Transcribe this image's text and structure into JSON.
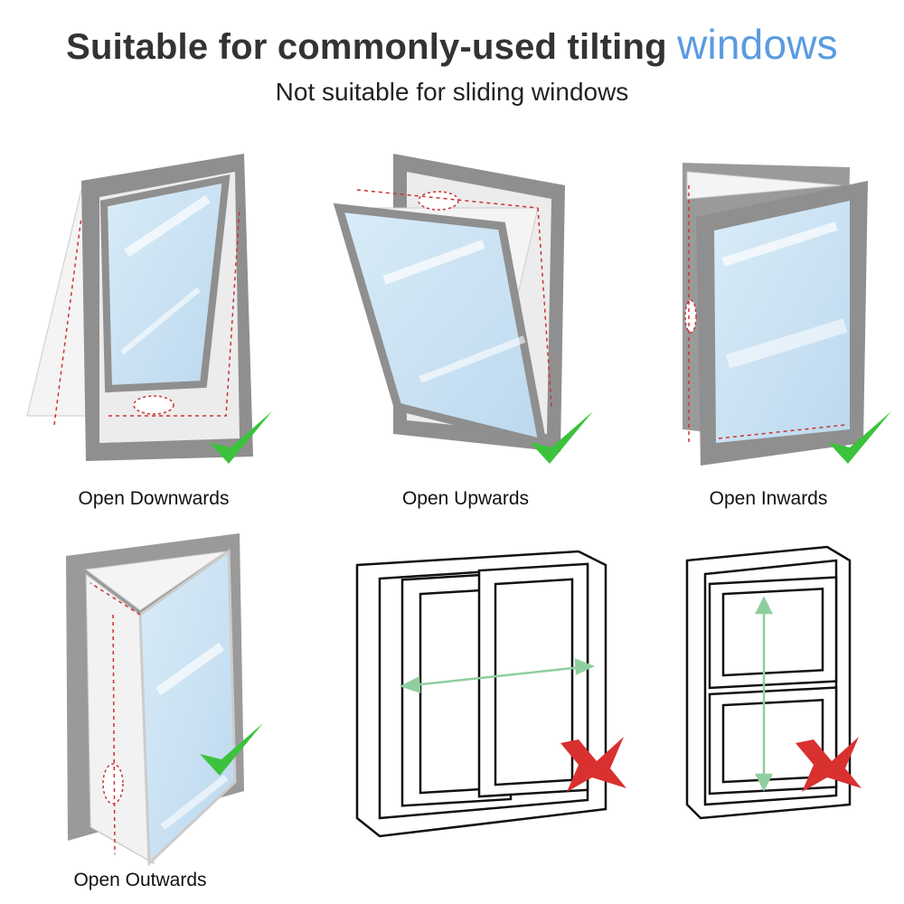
{
  "header": {
    "title_main": "Suitable for commonly-used tilting ",
    "title_accent": "windows",
    "subtitle": "Not suitable for sliding windows"
  },
  "colors": {
    "accent": "#5a9be0",
    "frame": "#8c8c8c",
    "glass": "#cfe4f3",
    "check": "#3cc23c",
    "cross": "#d93030",
    "arrow": "#8fcf9f"
  },
  "windows": [
    {
      "label": "Open Downwards",
      "verdict": "check-icon"
    },
    {
      "label": "Open Upwards",
      "verdict": "check-icon"
    },
    {
      "label": "Open Inwards",
      "verdict": "check-icon"
    },
    {
      "label": "Open Outwards",
      "verdict": "check-icon"
    },
    {
      "label": "",
      "verdict": "cross-icon"
    },
    {
      "label": "",
      "verdict": "cross-icon"
    }
  ]
}
